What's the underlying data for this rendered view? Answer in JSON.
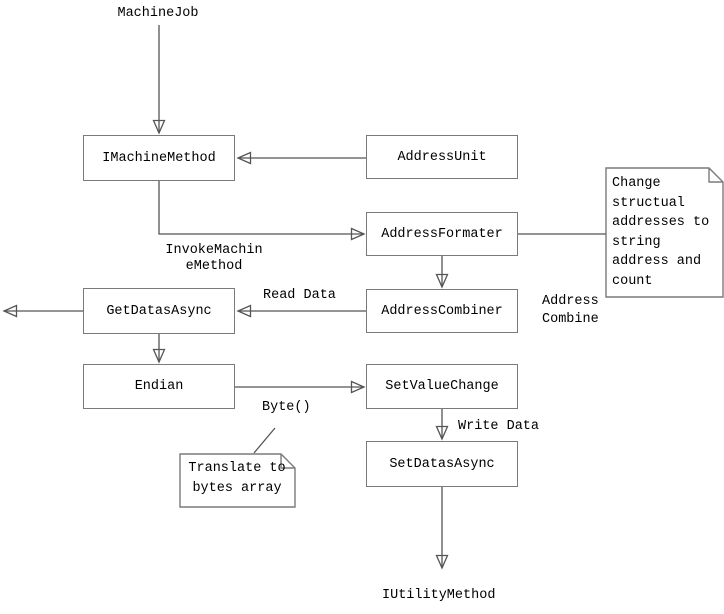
{
  "nodes": {
    "machine_job": "MachineJob",
    "imachine_method": "IMachineMethod",
    "address_unit": "AddressUnit",
    "address_formater": "AddressFormater",
    "address_combiner": "AddressCombiner",
    "get_datas_async": "GetDatasAsync",
    "endian": "Endian",
    "set_value_change": "SetValueChange",
    "set_datas_async": "SetDatasAsync",
    "iutility_method": "IUtilityMethod"
  },
  "edge_labels": {
    "invoke_machine_method": "InvokeMachin\neMethod",
    "read_data": "Read Data",
    "address_combine": "Address\nCombine",
    "byte_call": "Byte()",
    "write_data": "Write Data"
  },
  "notes": {
    "change_structural": "Change\nstructual\naddresses to\nstring\naddress and\ncount",
    "translate_bytes": "Translate to\nbytes array"
  },
  "colors": {
    "background": "#ffffff",
    "line": "#555555",
    "box_border": "#7a7a7a",
    "text": "#000000"
  }
}
